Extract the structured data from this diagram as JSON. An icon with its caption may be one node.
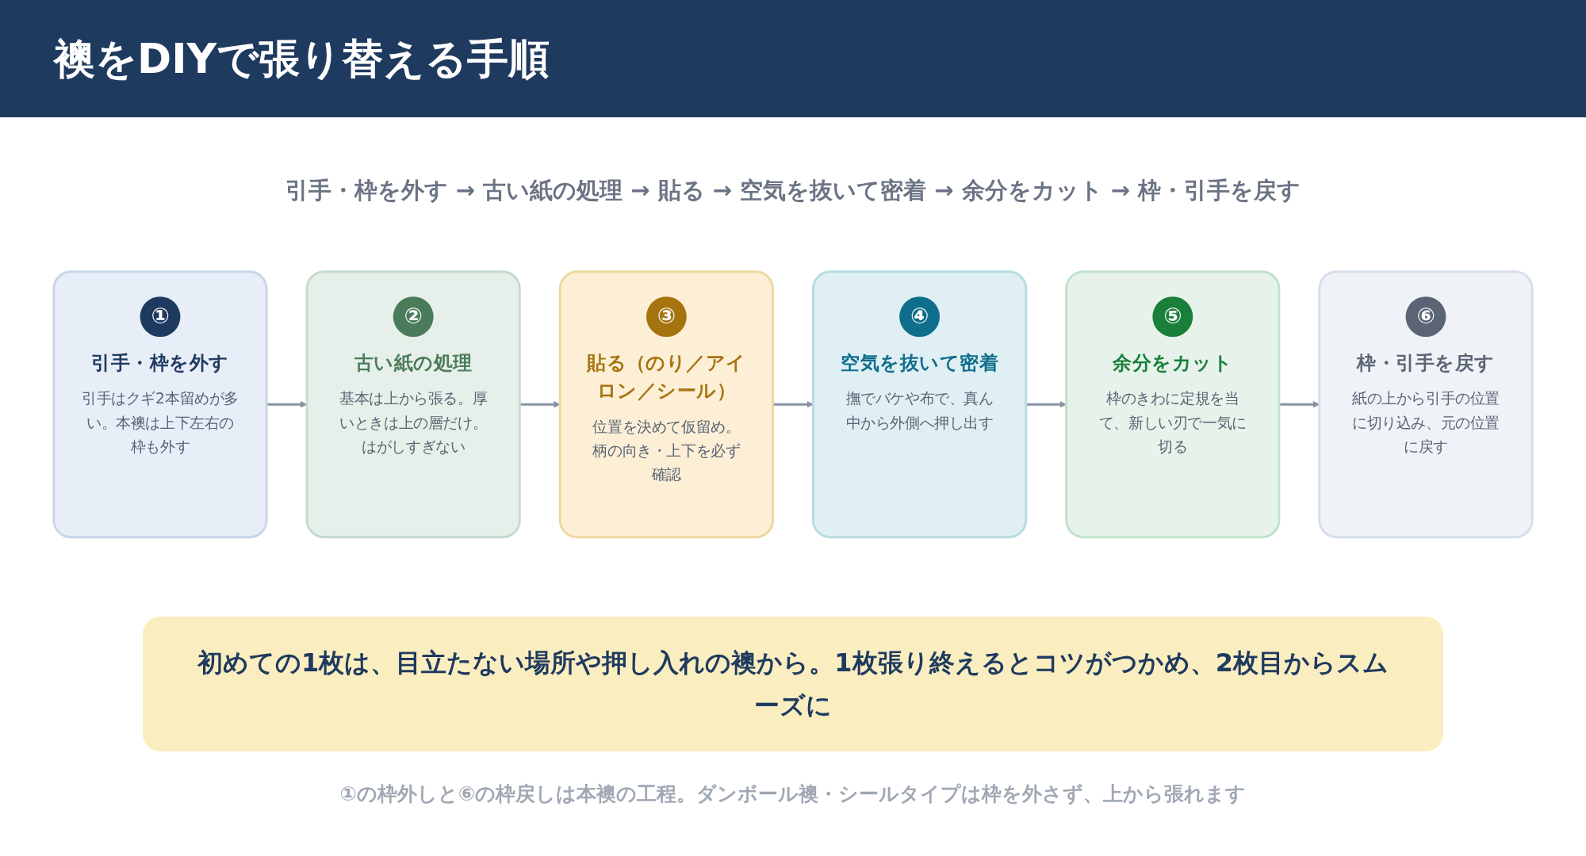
{
  "diagram": {
    "title": "襖をDIYで張り替える手順",
    "nodes": [
      {
        "text": [
          "①",
          "引手・枠を外す",
          "引手はクギ2本留めが多い。本襖は上下左右の枠も外す"
        ]
      },
      {
        "text": [
          "②",
          "古い紙の処理",
          "基本は上から張る。厚いときは上の層だけ。はがしすぎない"
        ]
      },
      {
        "text": [
          "③",
          "貼る（のり／アイロン／シール）",
          "位置を決めて仮留め。柄の向き・上下を必ず確認"
        ]
      },
      {
        "text": [
          "④",
          "空気を抜いて密着",
          "撫でバケや布で、真ん中から外側へ押し出す"
        ]
      },
      {
        "text": [
          "⑤",
          "余分をカット",
          "枠のきわに定規を当て、新しい刃で一気に切る"
        ]
      },
      {
        "text": [
          "⑥",
          "枠・引手を戻す",
          "紙の上から引手の位置に切り込み、元の位置に戻す"
        ]
      }
    ],
    "edges": [
      {
        "from": 0,
        "to": 1,
        "arrow": "to"
      },
      {
        "from": 1,
        "to": 2,
        "arrow": "to"
      },
      {
        "from": 2,
        "to": 3,
        "arrow": "to"
      },
      {
        "from": 3,
        "to": 4,
        "arrow": "to"
      },
      {
        "from": 4,
        "to": 5,
        "arrow": "to"
      }
    ],
    "labels": [
      "引手・枠を外す → 古い紙の処理 → 貼る → 空気を抜いて密着 → 余分をカット → 枠・引手を戻す",
      "初めての1枚は、目立たない場所や押し入れの襖から。1枚張り終えるとコツがつかめ、2枚目からスムーズに"
    ],
    "caption": "①の枠外しと⑥の枠戻しは本襖の工程。ダンボール襖・シールタイプは枠を外さず、上から張れます"
  }
}
